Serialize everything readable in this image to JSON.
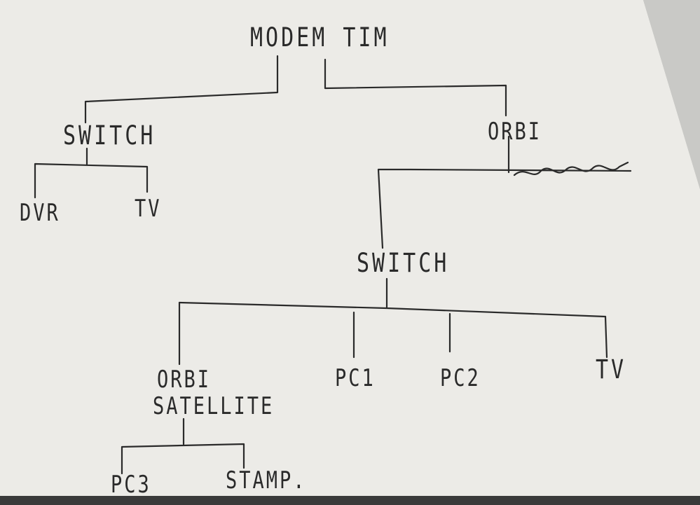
{
  "diagram": {
    "type": "network-topology-sketch",
    "ink_color": "#2a2a2a",
    "paper_color": "#eceae6",
    "nodes": {
      "modem": "MODEM TIM",
      "switch_left": "SWITCH",
      "dvr": "DVR",
      "tv_left": "TV",
      "orbi": "ORBI",
      "switch_main": "SWITCH",
      "orbi_satellite_line1": "ORBI",
      "orbi_satellite_line2": "SATELLITE",
      "pc1": "PC1",
      "pc2": "PC2",
      "tv_right": "TV",
      "pc3": "PC3",
      "printer": "STAMP."
    },
    "connections": [
      [
        "MODEM TIM",
        "SWITCH"
      ],
      [
        "MODEM TIM",
        "ORBI"
      ],
      [
        "SWITCH",
        "DVR"
      ],
      [
        "SWITCH",
        "TV"
      ],
      [
        "ORBI",
        "SWITCH"
      ],
      [
        "SWITCH",
        "ORBI SATELLITE"
      ],
      [
        "SWITCH",
        "PC1"
      ],
      [
        "SWITCH",
        "PC2"
      ],
      [
        "SWITCH",
        "TV"
      ],
      [
        "ORBI SATELLITE",
        "PC3"
      ],
      [
        "ORBI SATELLITE",
        "STAMP."
      ]
    ]
  }
}
